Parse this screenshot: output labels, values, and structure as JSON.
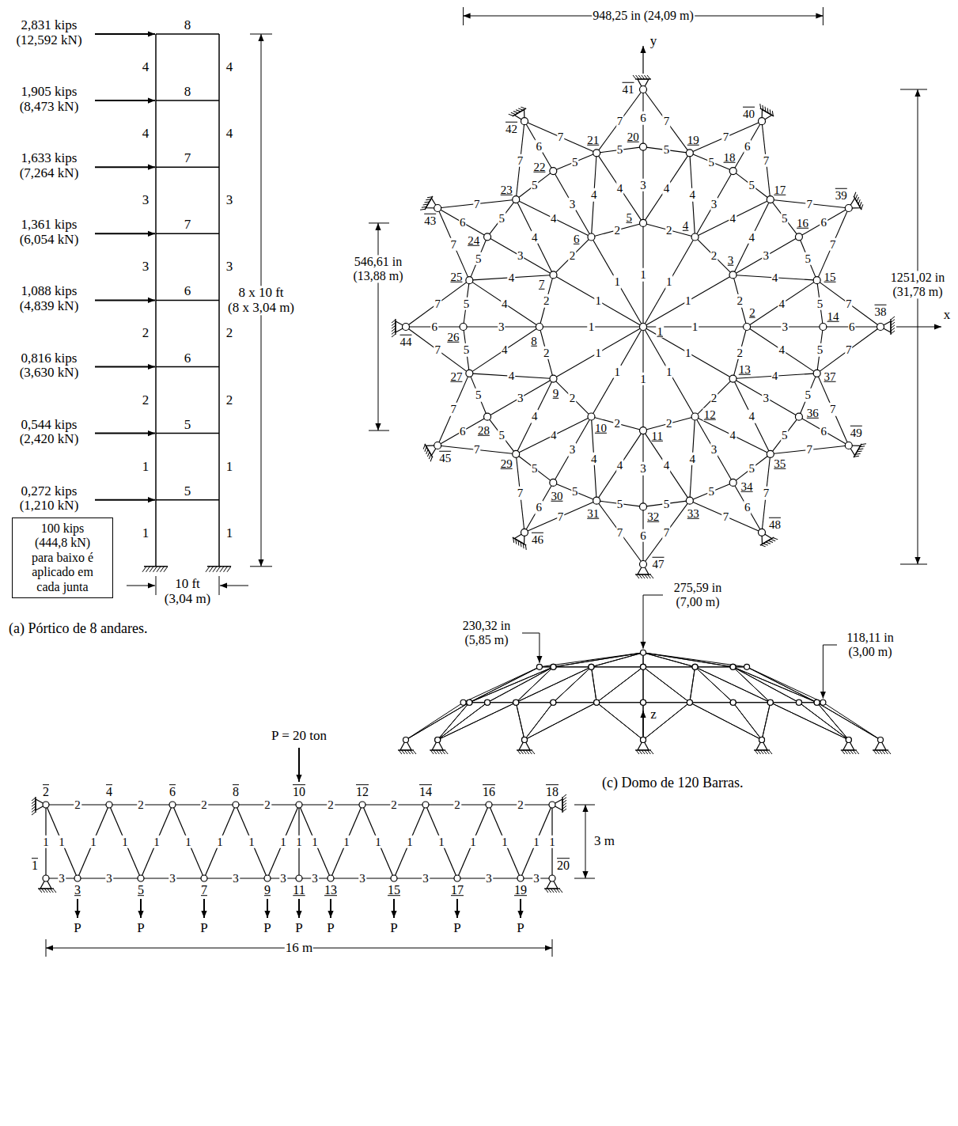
{
  "diagram": {
    "nodes": [
      {
        "text": [
          "100 kips (444,8 kN) para baixo é aplicado em cada junta"
        ]
      }
    ],
    "labels": [
      "2,831 kips (12,592 kN)",
      "1,905 kips (8,473 kN)",
      "1,633 kips (7,264 kN)",
      "1,361 kips (6,054 kN)",
      "1,088 kips (4,839 kN)",
      "0,816 kips (3,630 kN)",
      "0,544 kips (2,420 kN)",
      "0,272 kips (1,210 kN)",
      "8",
      "8",
      "7",
      "7",
      "6",
      "6",
      "5",
      "5",
      "4",
      "4",
      "4",
      "4",
      "3",
      "3",
      "3",
      "3",
      "2",
      "2",
      "2",
      "2",
      "1",
      "1",
      "1",
      "1",
      "8 x 10 ft (8 x 3,04 m)",
      "10 ft (3,04 m)",
      "(a) Pórtico de 8 andares.",
      "948,25 in (24,09 m)",
      "1251,02 in (31,78 m)",
      "546,61 in (13,88 m)",
      "x",
      "y",
      "1",
      "2",
      "3",
      "4",
      "5",
      "6",
      "7",
      "8",
      "9",
      "10",
      "11",
      "12",
      "13",
      "14",
      "15",
      "16",
      "17",
      "18",
      "19",
      "20",
      "21",
      "22",
      "23",
      "24",
      "25",
      "26",
      "27",
      "28",
      "29",
      "30",
      "31",
      "32",
      "33",
      "34",
      "35",
      "36",
      "37",
      "38",
      "39",
      "40",
      "41",
      "42",
      "43",
      "44",
      "45",
      "46",
      "47",
      "48",
      "49",
      "1",
      "1",
      "1",
      "1",
      "1",
      "1",
      "1",
      "1",
      "1",
      "1",
      "1",
      "1",
      "2",
      "2",
      "2",
      "2",
      "2",
      "2",
      "2",
      "2",
      "2",
      "2",
      "2",
      "2",
      "3",
      "3",
      "3",
      "3",
      "3",
      "3",
      "3",
      "3",
      "3",
      "3",
      "3",
      "3",
      "4",
      "4",
      "4",
      "4",
      "4",
      "4",
      "4",
      "4",
      "4",
      "4",
      "4",
      "4",
      "4",
      "4",
      "4",
      "4",
      "4",
      "4",
      "4",
      "4",
      "4",
      "4",
      "4",
      "4",
      "5",
      "5",
      "5",
      "5",
      "5",
      "5",
      "5",
      "5",
      "5",
      "5",
      "5",
      "5",
      "5",
      "5",
      "5",
      "5",
      "5",
      "5",
      "5",
      "5",
      "5",
      "5",
      "5",
      "5",
      "6",
      "6",
      "6",
      "6",
      "6",
      "6",
      "6",
      "6",
      "6",
      "6",
      "6",
      "6",
      "7",
      "7",
      "7",
      "7",
      "7",
      "7",
      "7",
      "7",
      "7",
      "7",
      "7",
      "7",
      "7",
      "7",
      "7",
      "7",
      "7",
      "7",
      "7",
      "7",
      "7",
      "7",
      "7",
      "7",
      "275,59 in (7,00 m)",
      "230,32 in (5,85 m)",
      "118,11 in (3,00 m)",
      "z",
      "(c) Domo de 120 Barras.",
      "P = 20 ton",
      "1",
      "2",
      "3",
      "4",
      "5",
      "6",
      "7",
      "8",
      "9",
      "10",
      "11",
      "12",
      "13",
      "14",
      "15",
      "16",
      "17",
      "18",
      "19",
      "20",
      "2",
      "2",
      "2",
      "2",
      "2",
      "2",
      "2",
      "2",
      "3",
      "3",
      "3",
      "3",
      "3",
      "3",
      "3",
      "3",
      "3",
      "3",
      "1",
      "1",
      "1",
      "1",
      "1",
      "1",
      "1",
      "1",
      "1",
      "1",
      "1",
      "1",
      "1",
      "1",
      "1",
      "1",
      "1",
      "1",
      "1",
      "P",
      "P",
      "P",
      "P",
      "P",
      "P",
      "P",
      "P",
      "P",
      "16 m",
      "3 m"
    ]
  }
}
